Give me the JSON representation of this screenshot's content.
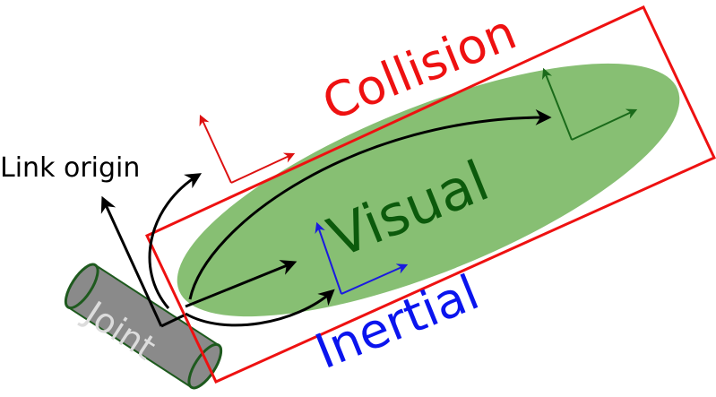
{
  "labels": {
    "collision": "Collision",
    "visual": "Visual",
    "inertial": "Inertial",
    "link_origin": "Link origin",
    "joint": "Joint"
  },
  "colors": {
    "collision": "#ee1111",
    "visual_fill": "#87bf73",
    "visual_text": "#0c5a0c",
    "inertial": "#0a14ee",
    "joint_body": "#8a8a8a",
    "joint_outline": "#1e5a1e",
    "joint_text": "#dcdcdc",
    "arrows": "#000000",
    "frame_red": "#dd1111",
    "frame_blue": "#1a1ae0",
    "frame_green": "#1a6a1a"
  }
}
